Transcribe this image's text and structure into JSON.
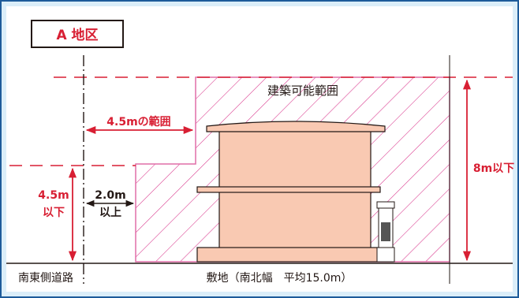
{
  "colors": {
    "frame_fill": "#dbeef9",
    "frame_border": "#1d5b9a",
    "accent": "#d81f33",
    "building_fill": "#f9c9b2",
    "hatch": "#d8338a",
    "boundary": "#e06fa8",
    "line": "#231815"
  },
  "area_label": "A 地区",
  "buildable_label": "建築可能範囲",
  "setback_label": "4.5mの範囲",
  "height_left": {
    "line1": "4.5m",
    "line2": "以下"
  },
  "setback_right": {
    "line1": "2.0m",
    "line2": "以上"
  },
  "max_height": "8m以下",
  "road_label": "南東側道路",
  "site_label": "敷地（南北幅　平均15.0m）",
  "icons": [
    "arrow-icon",
    "hatch-pattern"
  ]
}
